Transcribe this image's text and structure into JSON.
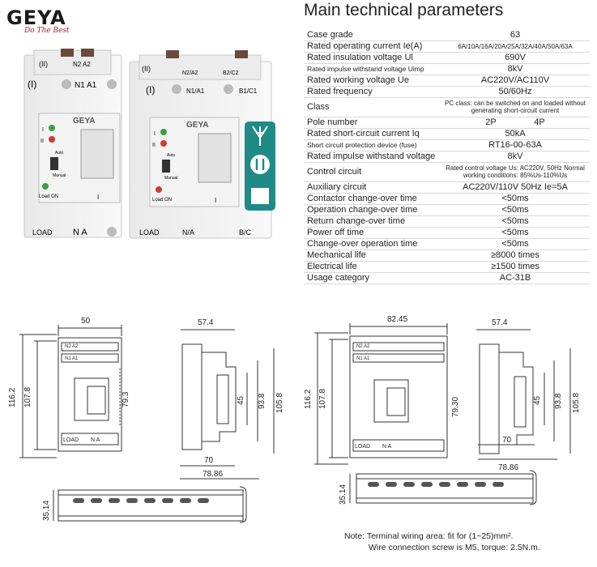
{
  "brand": {
    "name": "GEYA",
    "tagline": "Do The Best"
  },
  "photo": {
    "unit_left": {
      "top_label": "(II)",
      "terminals_top": "N2 A2",
      "front_label": "(I)",
      "terminals_mid": "N1 A1",
      "brand": "GEYA",
      "auto": "Auto",
      "manual": "Manual",
      "load_on": "Load ON",
      "load": "LOAD",
      "bottom_terminals": "N A",
      "pos_top": "I",
      "pos_mid": "II",
      "pos_bot": "I"
    },
    "unit_right": {
      "top_label": "(II)",
      "terminals_top": "N2/A2",
      "terminals_top2": "B2/C2",
      "front_label": "(I)",
      "terminals_mid": "N1/A1",
      "terminals_mid2": "B1/C1",
      "brand": "GEYA",
      "auto": "Auto",
      "manual": "Manual",
      "load_on": "Load ON",
      "load": "LOAD",
      "bottom_terminals": "N/A",
      "bottom_terminals2": "B/C",
      "pos_top": "I",
      "pos_mid": "II",
      "pos_bot": "I"
    },
    "badge_colors": {
      "teal": "#1f8a86"
    }
  },
  "params": {
    "title": "Main technical parameters",
    "rows": [
      {
        "k": "Case grade",
        "v": "63"
      },
      {
        "k": "Rated operating current Ie(A)",
        "v": "6A/10A/16A/20A/25A/32A/40A/50A/63A",
        "vsmall": true
      },
      {
        "k": "Rated insulation voltage Ul",
        "v": "690V"
      },
      {
        "k": "Rated impulse withstand voltage Uimp",
        "v": "8kV",
        "ksmall": true
      },
      {
        "k": "Rated working voltage Ue",
        "v": "AC220V/AC110V"
      },
      {
        "k": "Rated frequency",
        "v": "50/60Hz"
      },
      {
        "k": "Class",
        "v": "PC class: can be switched on and loaded without generating short-circuit current",
        "vsmall": true,
        "tall": true
      },
      {
        "k": "Pole number",
        "v": "2P",
        "v2": "4P"
      },
      {
        "k": "Rated short-circuit current Iq",
        "v": "50kA"
      },
      {
        "k": "Short circuit protection device (fuse)",
        "v": "RT16-00-63A",
        "ksmall": true
      },
      {
        "k": "Rated impulse withstand voltage",
        "v": "8kV"
      },
      {
        "k": "Control circuit",
        "v": "Rated control voltage Us: AC220V, 50Hz Normal working conditions: 85%Us-110%Us",
        "vsmall": true,
        "tall": true
      },
      {
        "k": "Auxiliary circuit",
        "v": "AC220V/110V 50Hz Ie=5A"
      },
      {
        "k": "Contactor change-over time",
        "v": "<50ms"
      },
      {
        "k": "Operation change-over time",
        "v": "<50ms"
      },
      {
        "k": "Return change-over time",
        "v": "<50ms"
      },
      {
        "k": "Power off time",
        "v": "<50ms"
      },
      {
        "k": "Change-over operation time",
        "v": "<50ms"
      },
      {
        "k": "Mechanical life",
        "v": "≥8000 times"
      },
      {
        "k": "Electrical life",
        "v": "≥1500 times"
      },
      {
        "k": "Usage category",
        "v": "AC-31B"
      }
    ]
  },
  "dims_2p": {
    "width": "50",
    "height_total": "116.2",
    "height_body": "107.8",
    "front_height": "79.3",
    "side_depth": "57.4",
    "side_h1": "45",
    "side_h2": "93.8",
    "side_h3": "105.8",
    "side_base": "70",
    "side_total": "78.86",
    "rail_height": "35.14",
    "load": "LOAD",
    "na": "N  A",
    "n2a2": "N2 A2",
    "n1a1": "N1 A1"
  },
  "dims_4p": {
    "width": "82.45",
    "height_total": "116.2",
    "height_body": "107.8",
    "front_height": "79.30",
    "side_depth": "57.4",
    "side_h1": "45",
    "side_h2": "93.8",
    "side_h3": "105.8",
    "side_base": "70",
    "side_total": "78.86",
    "rail_height": "35.14",
    "load": "LOAD",
    "na": "N  A",
    "n2a2": "N2 A2",
    "n1a1": "N1 A1"
  },
  "note": {
    "line1": "Note: Terminal wiring area: fit for (1~25)mm².",
    "line2": "Wire connection screw is M5, torque: 2.5N.m."
  }
}
